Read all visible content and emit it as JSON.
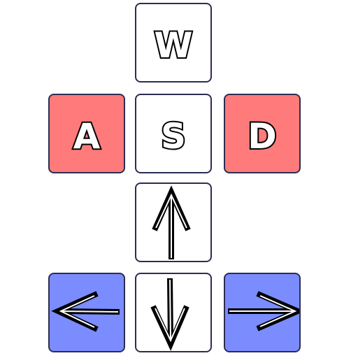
{
  "keys": {
    "w": {
      "label": "W"
    },
    "a": {
      "label": "A"
    },
    "s": {
      "label": "S"
    },
    "d": {
      "label": "D"
    },
    "up": {
      "icon": "arrow-up-icon"
    },
    "left": {
      "icon": "arrow-left-icon"
    },
    "down": {
      "icon": "arrow-down-icon"
    },
    "right": {
      "icon": "arrow-right-icon"
    }
  },
  "colors": {
    "letter_key_default": "#ffffff",
    "side_letter_key": "#ff7b7b",
    "side_arrow_key": "#7b8cff",
    "key_border": "#2c2d52",
    "glyph_outline": "#000000",
    "glyph_fill": "#ffffff"
  }
}
